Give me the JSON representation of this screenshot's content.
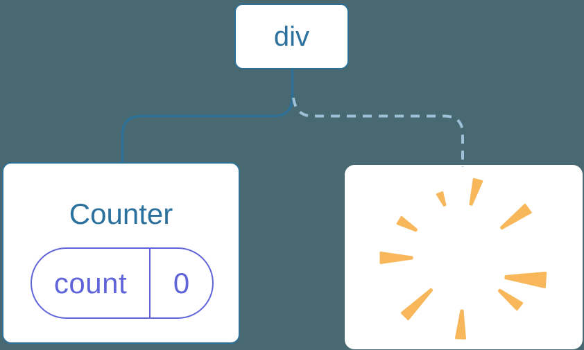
{
  "colors": {
    "background": "#486872",
    "card-bg": "#ffffff",
    "node-border": "#2e7096",
    "node-text": "#2c719d",
    "state-accent": "#5f64d8",
    "dashed-line": "#9dc1d6",
    "poof-orange": "#f7b75a"
  },
  "tree": {
    "root": {
      "label": "div"
    },
    "counter": {
      "title": "Counter",
      "state_key": "count",
      "state_value": "0"
    },
    "removed": {
      "icon": "poof-starburst"
    }
  }
}
